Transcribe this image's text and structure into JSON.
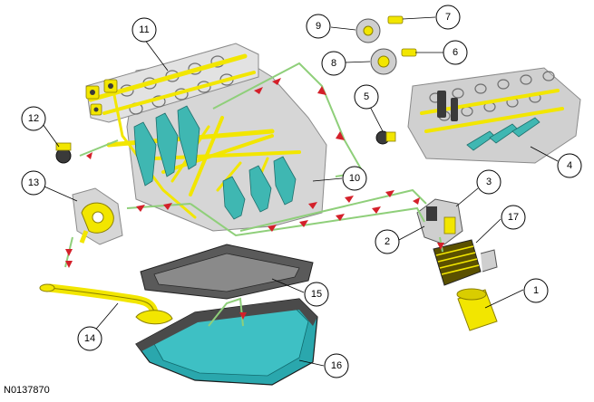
{
  "figure": {
    "reference_id": "N0137870"
  },
  "callouts": [
    {
      "number": "1"
    },
    {
      "number": "2"
    },
    {
      "number": "3"
    },
    {
      "number": "4"
    },
    {
      "number": "5"
    },
    {
      "number": "6"
    },
    {
      "number": "7"
    },
    {
      "number": "8"
    },
    {
      "number": "9"
    },
    {
      "number": "10"
    },
    {
      "number": "11"
    },
    {
      "number": "12"
    },
    {
      "number": "13"
    },
    {
      "number": "14"
    },
    {
      "number": "15"
    },
    {
      "number": "16"
    },
    {
      "number": "17"
    }
  ],
  "colors": {
    "engine_block": "#d4d4d4",
    "engine_edge": "#8a8a8a",
    "oil_gallery": "#f2e600",
    "teal_component": "#3fb7b2",
    "oil_pan": "#2aa7ad",
    "flow_line": "#8fcf7a",
    "flow_arrow": "#d4202a"
  }
}
